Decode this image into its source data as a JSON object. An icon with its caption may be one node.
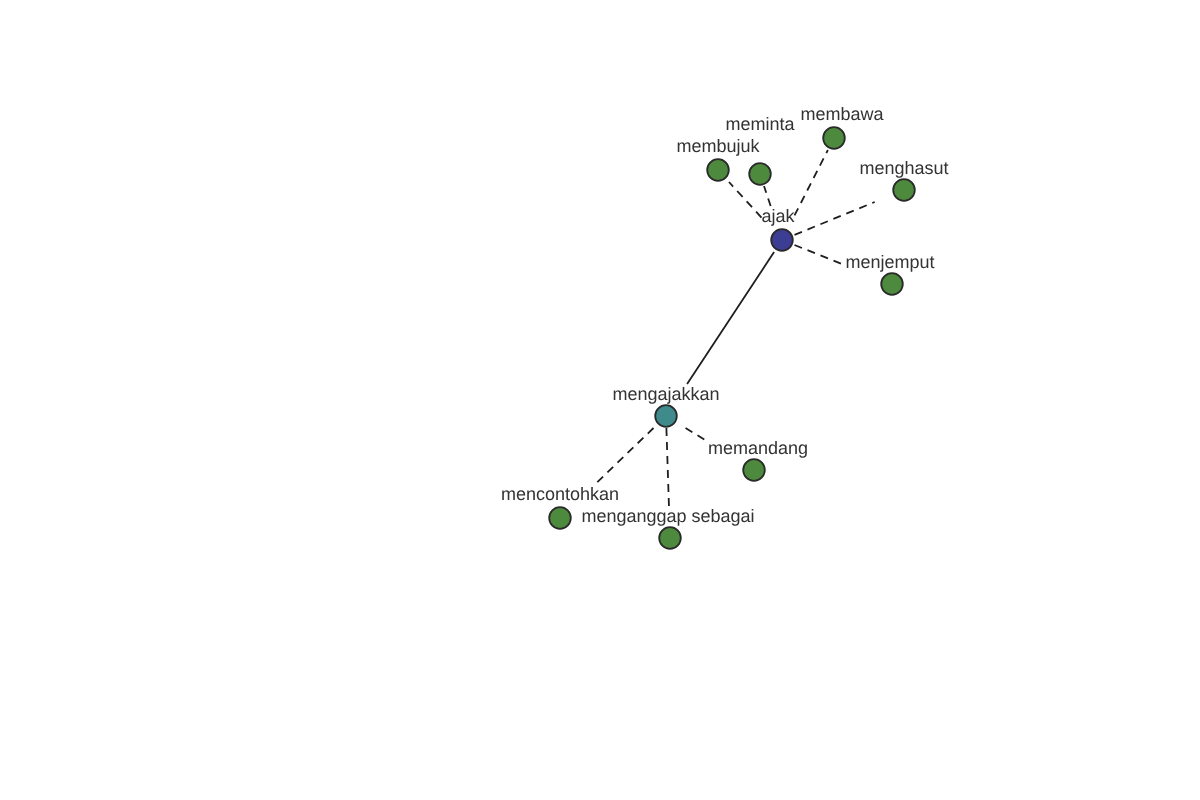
{
  "diagram": {
    "nodes": [
      {
        "text": [
          "meminta"
        ]
      },
      {
        "text": [
          "membawa"
        ]
      },
      {
        "text": [
          "membujuk"
        ]
      },
      {
        "text": [
          "menghasut"
        ]
      },
      {
        "text": [
          "ajak"
        ]
      },
      {
        "text": [
          "menjemput"
        ]
      },
      {
        "text": [
          "mengajakkan"
        ]
      },
      {
        "text": [
          "memandang"
        ]
      },
      {
        "text": [
          "mencontohkan"
        ]
      },
      {
        "text": [
          "menganggap sebagai"
        ]
      }
    ],
    "edges": [
      {
        "from": 4,
        "to": 0,
        "arrow": "none",
        "style": "dashed"
      },
      {
        "from": 4,
        "to": 1,
        "arrow": "none",
        "style": "dashed"
      },
      {
        "from": 4,
        "to": 2,
        "arrow": "none",
        "style": "dashed"
      },
      {
        "from": 4,
        "to": 3,
        "arrow": "none",
        "style": "dashed"
      },
      {
        "from": 4,
        "to": 5,
        "arrow": "none",
        "style": "dashed"
      },
      {
        "from": 4,
        "to": 6,
        "arrow": "none"
      },
      {
        "from": 6,
        "to": 7,
        "arrow": "none",
        "style": "dashed"
      },
      {
        "from": 6,
        "to": 8,
        "arrow": "none",
        "style": "dashed"
      },
      {
        "from": 6,
        "to": 9,
        "arrow": "none",
        "style": "dashed"
      }
    ]
  }
}
